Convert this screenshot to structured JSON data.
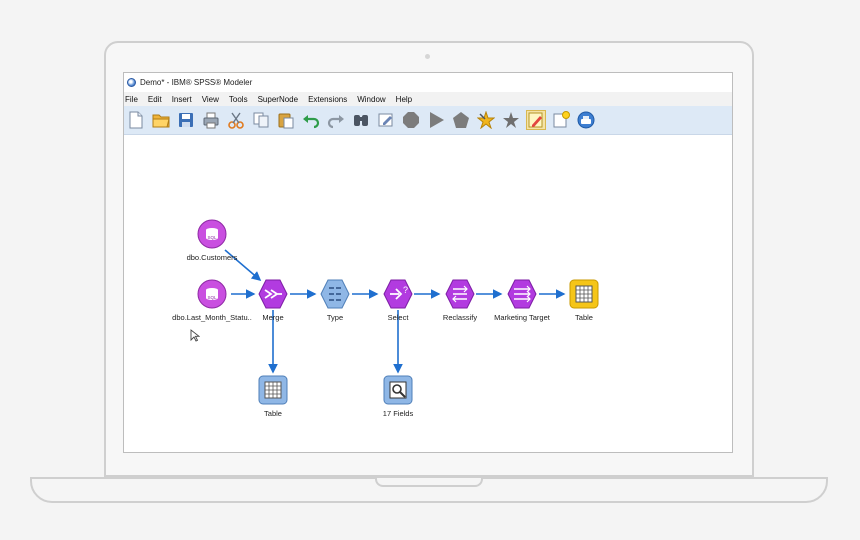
{
  "window": {
    "title": "Demo* - IBM® SPSS® Modeler"
  },
  "menu": {
    "file": "File",
    "edit": "Edit",
    "insert": "Insert",
    "view": "View",
    "tools": "Tools",
    "supernode": "SuperNode",
    "extensions": "Extensions",
    "window": "Window",
    "help": "Help"
  },
  "toolbar_icons": [
    "new-stream-icon",
    "open-folder-icon",
    "save-icon",
    "print-icon",
    "cut-icon",
    "copy-icon",
    "paste-icon",
    "undo-icon",
    "redo-icon",
    "find-icon",
    "edit-icon",
    "stop-icon",
    "run-icon",
    "run-selection-icon",
    "favorite-add-icon",
    "favorite-icon",
    "annotation-icon",
    "new-note-icon",
    "online-help-icon"
  ],
  "nodes": {
    "customers": "dbo.Customers",
    "last_month": "dbo.Last_Month_Statu..",
    "merge": "Merge",
    "type": "Type",
    "select": "Select",
    "reclassify": "Reclassify",
    "marketing_target": "Marketing Target",
    "table_out": "Table",
    "table_merge": "Table",
    "fields": "17 Fields"
  },
  "colors": {
    "source": "#c94fe0",
    "process": "#b23be0",
    "output_table": "#f5c518",
    "type": "#8fb7e6",
    "link": "#1f6fcf"
  }
}
